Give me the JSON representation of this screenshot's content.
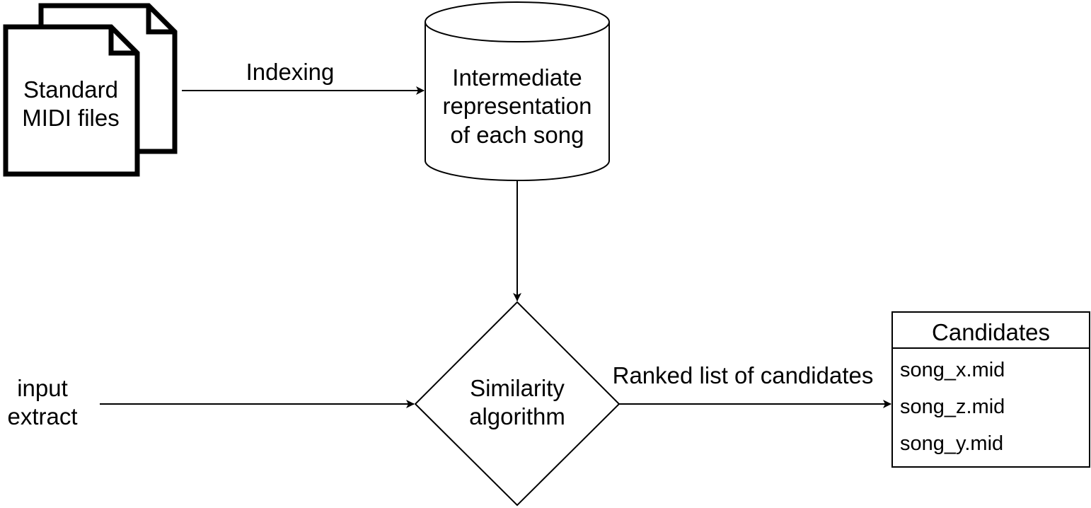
{
  "nodes": {
    "files": {
      "line1": "Standard",
      "line2": "MIDI files",
      "icon": "stacked-documents-icon"
    },
    "store": {
      "line1": "Intermediate",
      "line2": "representation",
      "line3": "of each song",
      "icon": "database-cylinder-icon"
    },
    "algorithm": {
      "line1": "Similarity",
      "line2": "algorithm"
    },
    "input": {
      "line1": "input",
      "line2": "extract"
    }
  },
  "edges": {
    "indexing": "Indexing",
    "ranked": "Ranked list of candidates"
  },
  "candidates": {
    "title": "Candidates",
    "items": [
      "song_x.mid",
      "song_z.mid",
      "song_y.mid"
    ]
  },
  "colors": {
    "stroke": "#000000",
    "background": "#ffffff"
  }
}
